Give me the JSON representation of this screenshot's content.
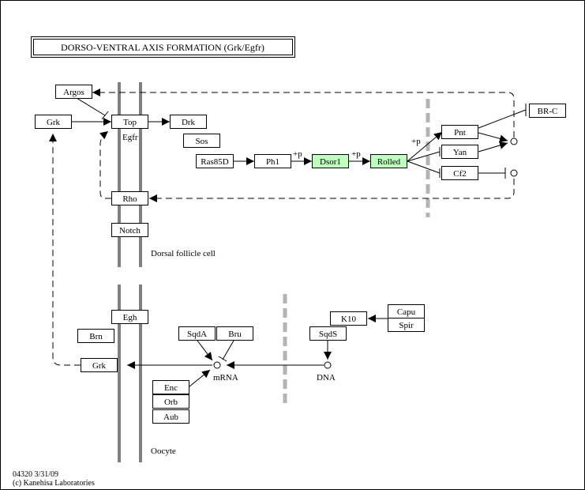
{
  "title": "DORSO-VENTRAL AXIS FORMATION (Grk/Egfr)",
  "footer": {
    "line1": "04320 3/31/09",
    "line2": "(c) Kanehisa Laboratories"
  },
  "colors": {
    "gene_fill": "#ffffff",
    "highlight_fill": "#bfffbf",
    "membrane": "#808080",
    "barrier": "#b3b3b3"
  },
  "labels": {
    "egfr": "Egfr",
    "dorsal_follicle_cell": "Dorsal follicle cell",
    "oocyte": "Oocyte",
    "mrna": "mRNA",
    "dna": "DNA",
    "phos_ph1_dsor1": "+p",
    "phos_dsor1_rolled": "+p",
    "phos_rolled_pnt": "+p"
  },
  "nodes": {
    "argos": "Argos",
    "grk_top": "Grk",
    "top": "Top",
    "drk": "Drk",
    "sos": "Sos",
    "ras85d": "Ras85D",
    "ph1": "Ph1",
    "dsor1": "Dsor1",
    "rolled": "Rolled",
    "pnt": "Pnt",
    "yan": "Yan",
    "cf2": "Cf2",
    "br_c": "BR-C",
    "rho": "Rho",
    "notch": "Notch",
    "egh": "Egh",
    "brn": "Brn",
    "grk_oocyte": "Grk",
    "sqda": "SqdA",
    "bru": "Bru",
    "enc": "Enc",
    "orb": "Orb",
    "aub": "Aub",
    "k10": "K10",
    "capu": "Capu",
    "spir": "Spir",
    "sqds": "SqdS"
  }
}
